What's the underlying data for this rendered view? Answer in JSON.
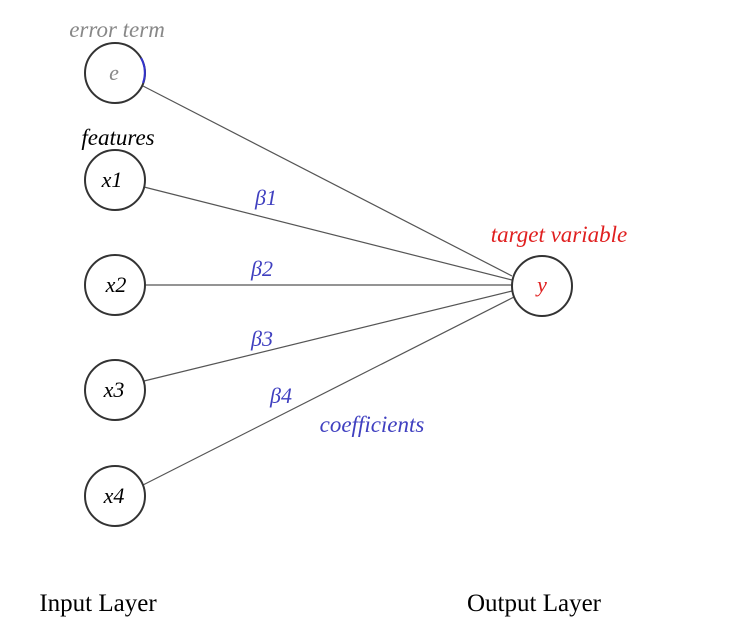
{
  "colors": {
    "error": "#888888",
    "text": "#000000",
    "target": "#e02020",
    "coefficient": "#4040c0",
    "edge": "#555555",
    "node_stroke": "#333333",
    "bias_arc": "#3333cc"
  },
  "nodes": {
    "error": "e",
    "x1": "x1",
    "x2": "x2",
    "x3": "x3",
    "x4": "x4",
    "y": "y"
  },
  "annotations": {
    "error_term": "error term",
    "features": "features",
    "target_variable": "target variable",
    "coefficients": "coefficients"
  },
  "coefficients": [
    "β1",
    "β2",
    "β3",
    "β4"
  ],
  "layers": {
    "input": "Input Layer",
    "output": "Output Layer"
  }
}
